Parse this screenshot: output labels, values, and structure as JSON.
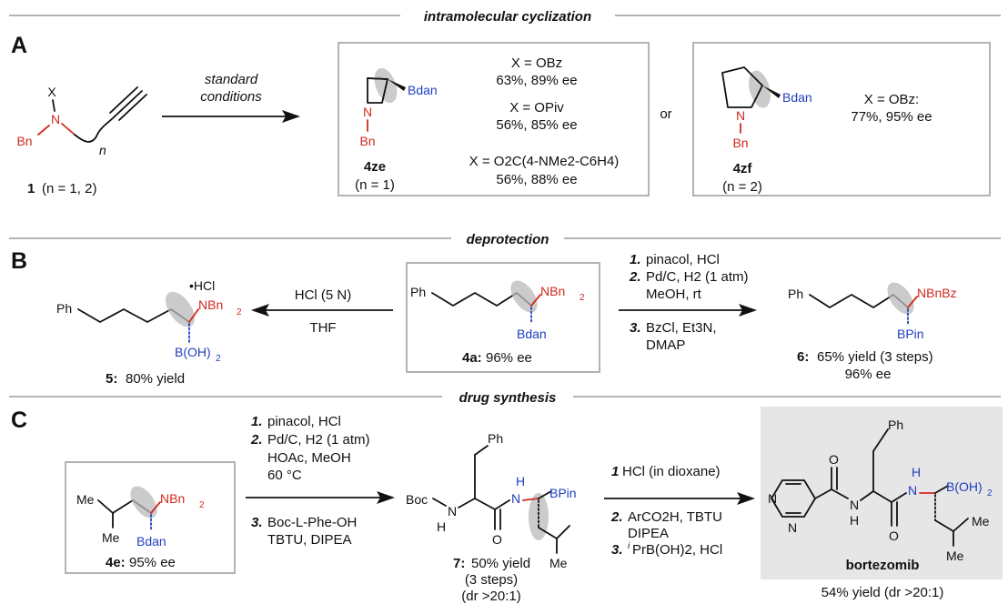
{
  "sectionA": {
    "letter": "A",
    "header": "intramolecular cyclization",
    "sm_label": "1",
    "sm_cond": "(n = 1, 2)",
    "arrow_top": "standard",
    "arrow_bottom": "conditions",
    "prod1_label": "4ze",
    "prod1_sub": "(n = 1)",
    "prod1_results": [
      {
        "x": "X = OBz",
        "yield": "63%, 89% ee"
      },
      {
        "x": "X = OPiv",
        "yield": "56%, 85% ee"
      },
      {
        "x": "X = O2C(4-NMe2-C6H4)",
        "yield": "56%, 88% ee"
      }
    ],
    "or": "or",
    "prod2_label": "4zf",
    "prod2_sub": "(n = 2)",
    "prod2_x": "X = OBz:",
    "prod2_yield": "77%, 95% ee"
  },
  "sectionB": {
    "letter": "B",
    "header": "deprotection",
    "left_cond_top": "HCl (5 N)",
    "left_cond_bottom": "THF",
    "left_label": "5:",
    "left_yield": "80% yield",
    "center_label": "4a:",
    "center_ee": "96% ee",
    "right_steps": [
      "pinacol, HCl",
      "Pd/C, H2 (1 atm)",
      "MeOH, rt",
      "BzCl, Et3N,",
      "DMAP"
    ],
    "right_label": "6:",
    "right_yield": "65% yield (3 steps)",
    "right_ee": "96% ee"
  },
  "sectionC": {
    "letter": "C",
    "header": "drug synthesis",
    "sm_label": "4e:",
    "sm_ee": "95% ee",
    "steps1": [
      "pinacol, HCl",
      "Pd/C, H2 (1 atm)",
      "HOAc, MeOH",
      "60 °C",
      "Boc-L-Phe-OH",
      "TBTU, DIPEA"
    ],
    "int_label": "7:",
    "int_yield": "50% yield",
    "int_note1": "(3 steps)",
    "int_note2": "(dr >20:1)",
    "steps2": [
      "HCl (in dioxane)",
      "ArCO2H, TBTU",
      "DIPEA",
      "PrB(OH)2, HCl"
    ],
    "product_name": "bortezomib",
    "product_yield": "54% yield (dr >20:1)"
  },
  "atoms": {
    "X": "X",
    "N": "N",
    "Bn": "Bn",
    "n": "n",
    "Bdan": "Bdan",
    "HCl": "•HCl",
    "Ph": "Ph",
    "NBn2": "NBn",
    "B_OH2": "B(OH)",
    "NBnBz": "NBnBz",
    "BPin": "BPin",
    "Me": "Me",
    "Boc": "Boc",
    "H": "H",
    "O": "O"
  },
  "colors": {
    "nitrogen": "#d2281e",
    "boron": "#1f3fbf",
    "highlight": "#b9b9b9",
    "frame": "#b3b3b3"
  }
}
